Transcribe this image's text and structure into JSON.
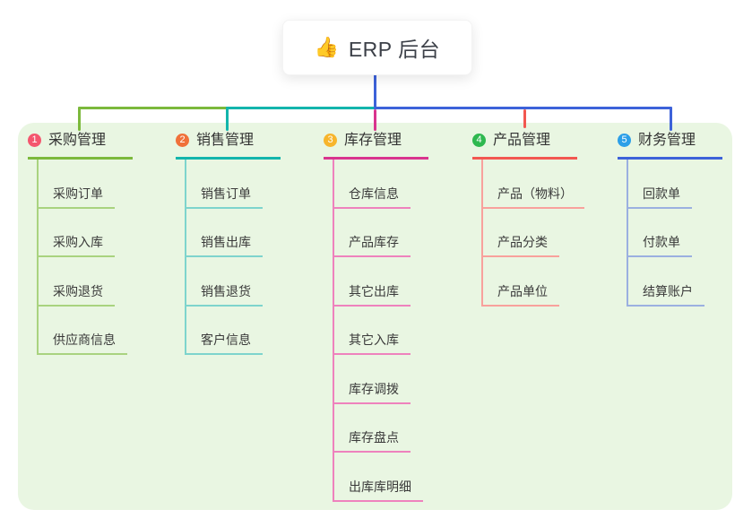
{
  "root": {
    "icon": "👍",
    "label": "ERP 后台"
  },
  "colors": {
    "canvas_bg": "#ffffff",
    "panel_bg": "#e9f6e2",
    "text": "#333333",
    "root_line": "#3d62d9"
  },
  "branches": [
    {
      "number": "1",
      "title": "采购管理",
      "badge_color": "#f4566e",
      "line_color": "#7cb93c",
      "child_line_color": "#a9d37f",
      "children": [
        "采购订单",
        "采购入库",
        "采购退货",
        "供应商信息"
      ]
    },
    {
      "number": "2",
      "title": "销售管理",
      "badge_color": "#f0713a",
      "line_color": "#13b5ac",
      "child_line_color": "#7ed4cd",
      "children": [
        "销售订单",
        "销售出库",
        "销售退货",
        "客户信息"
      ]
    },
    {
      "number": "3",
      "title": "库存管理",
      "badge_color": "#f7b52c",
      "line_color": "#d9348e",
      "child_line_color": "#ee82bd",
      "children": [
        "仓库信息",
        "产品库存",
        "其它出库",
        "其它入库",
        "库存调拨",
        "库存盘点",
        "出库库明细"
      ]
    },
    {
      "number": "4",
      "title": "产品管理",
      "badge_color": "#2eb84f",
      "line_color": "#f25750",
      "child_line_color": "#f8a19c",
      "children": [
        "产品（物料）",
        "产品分类",
        "产品单位"
      ]
    },
    {
      "number": "5",
      "title": "财务管理",
      "badge_color": "#2c9fe8",
      "line_color": "#3d62d9",
      "child_line_color": "#9bb0e0",
      "children": [
        "回款单",
        "付款单",
        "结算账户"
      ]
    }
  ]
}
